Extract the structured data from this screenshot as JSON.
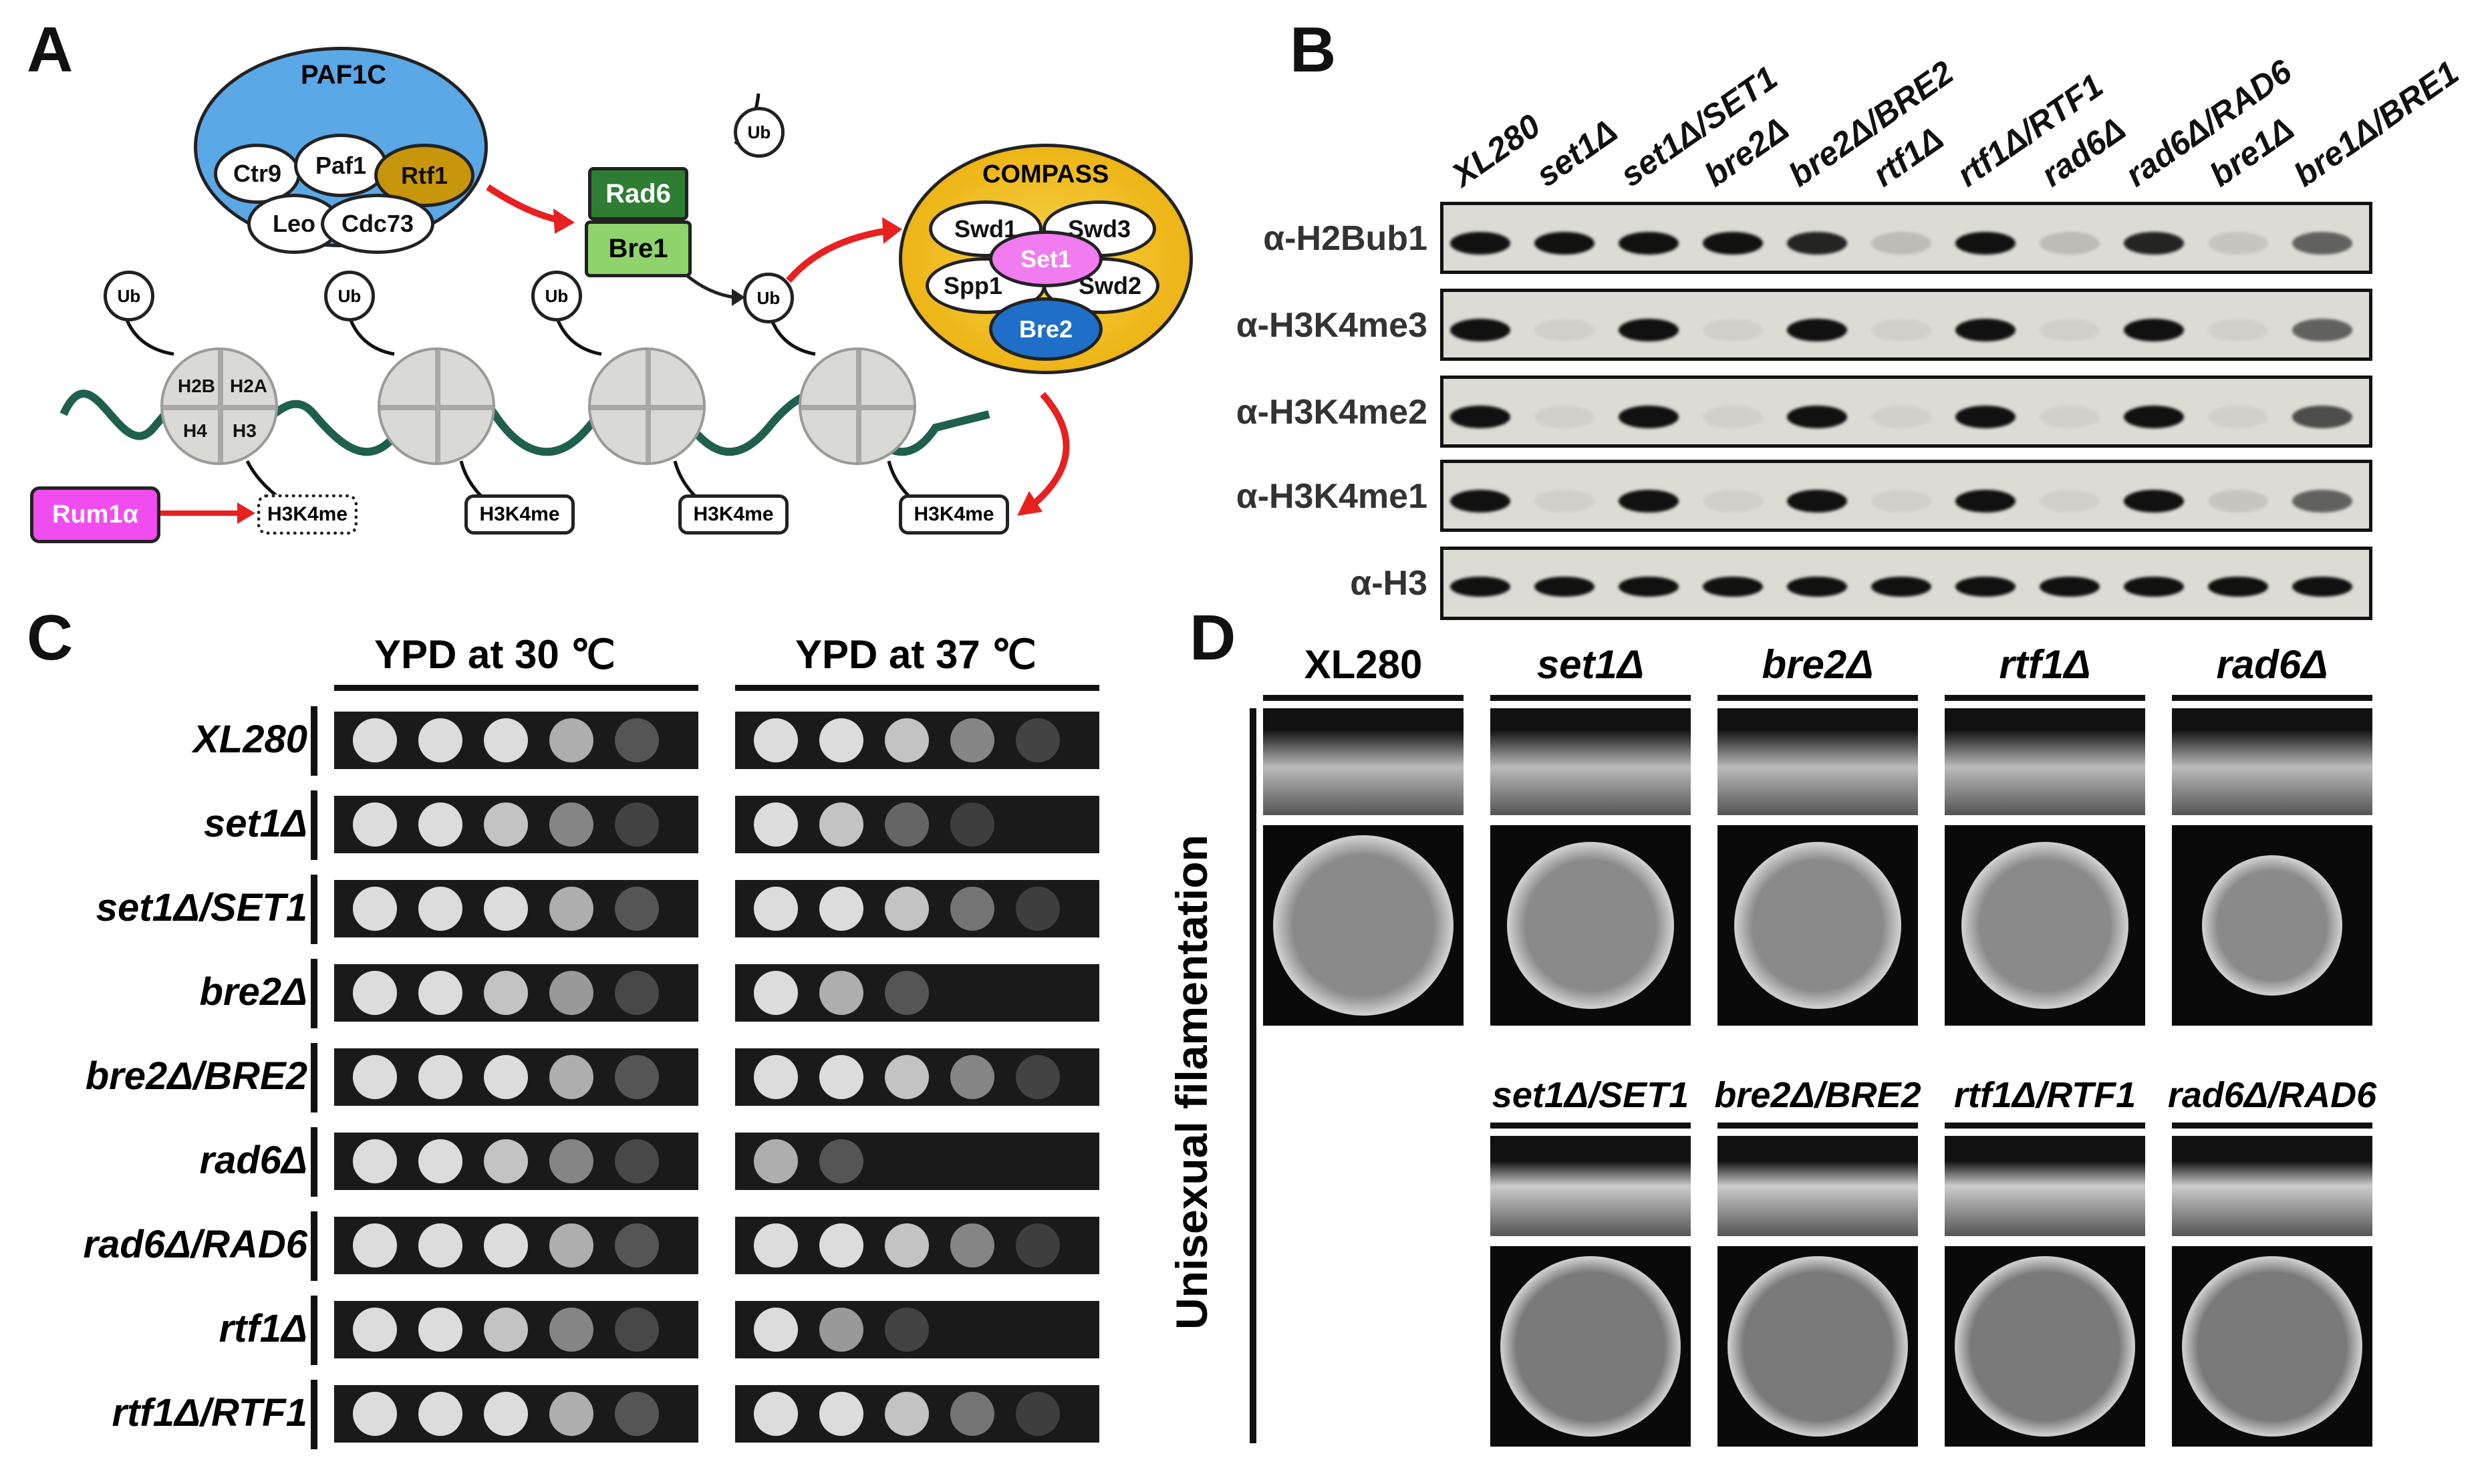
{
  "panels": {
    "a": "A",
    "b": "B",
    "c": "C",
    "d": "D"
  },
  "panelA": {
    "paf1c": {
      "title": "PAF1C",
      "members": [
        "Ctr9",
        "Paf1",
        "Rtf1",
        "Leo",
        "Cdc73"
      ]
    },
    "rad6": "Rad6",
    "bre1": "Bre1",
    "ub": "Ub",
    "compass": {
      "title": "COMPASS",
      "members": [
        "Swd1",
        "Swd3",
        "Set1",
        "Spp1",
        "Swd2",
        "Bre2"
      ]
    },
    "histones": [
      "H2B",
      "H2A",
      "H4",
      "H3"
    ],
    "rum1": "Rum1α",
    "h3k4me": "H3K4me",
    "colors": {
      "paf1c": "#5aa8e6",
      "rtf1": "#c8960c",
      "rad6": "#2e7d32",
      "bre1": "#8ed36b",
      "compass": "#f2b705",
      "set1": "#f07cf0",
      "bre2": "#1f6fc8",
      "rum1": "#f04cf0",
      "dna": "#1f5f4f",
      "arrow": "#e82020"
    }
  },
  "panelB": {
    "lanes": [
      "XL280",
      "set1Δ",
      "set1Δ/SET1",
      "bre2Δ",
      "bre2Δ/BRE2",
      "rtf1Δ",
      "rtf1Δ/RTF1",
      "rad6Δ",
      "rad6Δ/RAD6",
      "bre1Δ",
      "bre1Δ/BRE1"
    ],
    "blots": [
      {
        "label": "α-H2Bub1",
        "intensity": [
          1,
          1,
          1,
          1,
          0.9,
          0.15,
          1,
          0.15,
          0.9,
          0.1,
          0.6
        ]
      },
      {
        "label": "α-H3K4me3",
        "intensity": [
          1,
          0.05,
          1,
          0.05,
          1,
          0.05,
          1,
          0.05,
          1,
          0.05,
          0.6
        ]
      },
      {
        "label": "α-H3K4me2",
        "intensity": [
          1,
          0.05,
          1,
          0.05,
          1,
          0.05,
          1,
          0.05,
          1,
          0.05,
          0.7
        ]
      },
      {
        "label": "α-H3K4me1",
        "intensity": [
          1,
          0.05,
          1,
          0.05,
          1,
          0.05,
          1,
          0.05,
          1,
          0.1,
          0.6
        ]
      },
      {
        "label": "α-H3",
        "intensity": [
          1,
          1,
          1,
          1,
          1,
          1,
          1,
          1,
          1,
          1,
          1
        ]
      }
    ]
  },
  "panelC": {
    "conditions": [
      "YPD at 30 ℃",
      "YPD at 37 ℃"
    ],
    "strains": [
      "XL280",
      "set1Δ",
      "set1Δ/SET1",
      "bre2Δ",
      "bre2Δ/BRE2",
      "rad6Δ",
      "rad6Δ/RAD6",
      "rtf1Δ",
      "rtf1Δ/RTF1"
    ],
    "growth30": [
      [
        1,
        1,
        1,
        0.8,
        0.3
      ],
      [
        1,
        1,
        0.9,
        0.6,
        0.15
      ],
      [
        1,
        1,
        1,
        0.8,
        0.3
      ],
      [
        1,
        1,
        0.9,
        0.7,
        0.2
      ],
      [
        1,
        1,
        1,
        0.8,
        0.3
      ],
      [
        1,
        1,
        0.9,
        0.6,
        0.2
      ],
      [
        1,
        1,
        1,
        0.8,
        0.3
      ],
      [
        1,
        1,
        0.9,
        0.6,
        0.2
      ],
      [
        1,
        1,
        1,
        0.8,
        0.3
      ]
    ],
    "growth37": [
      [
        1,
        1,
        0.9,
        0.6,
        0.15
      ],
      [
        1,
        0.9,
        0.4,
        0.1,
        0
      ],
      [
        1,
        1,
        0.9,
        0.5,
        0.1
      ],
      [
        1,
        0.8,
        0.3,
        0,
        0
      ],
      [
        1,
        1,
        0.9,
        0.6,
        0.15
      ],
      [
        0.8,
        0.3,
        0,
        0,
        0
      ],
      [
        1,
        1,
        0.9,
        0.6,
        0.1
      ],
      [
        1,
        0.7,
        0.15,
        0,
        0
      ],
      [
        1,
        1,
        0.9,
        0.5,
        0.1
      ]
    ]
  },
  "panelD": {
    "ylabel": "Unisexual filamentation",
    "top": [
      "XL280",
      "set1Δ",
      "bre2Δ",
      "rtf1Δ",
      "rad6Δ"
    ],
    "bottom": [
      "set1Δ/SET1",
      "bre2Δ/BRE2",
      "rtf1Δ/RTF1",
      "rad6Δ/RAD6"
    ]
  }
}
